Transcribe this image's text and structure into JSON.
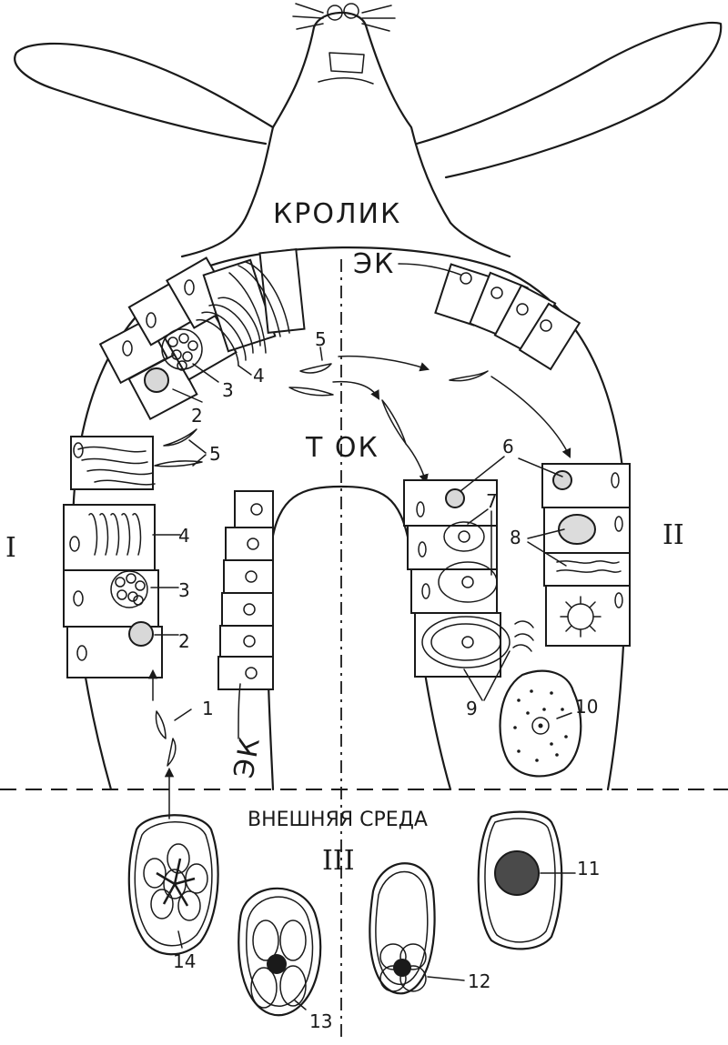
{
  "title": "КРОЛИК",
  "labels": {
    "ek_top": "ЭК",
    "ek_bottom": "ЭК",
    "tok": "Т ОК",
    "outer": "ВНЕШНЯЯ СРЕДА",
    "roman_1": "I",
    "roman_2": "II",
    "roman_3": "III"
  },
  "numbers": {
    "n1": "1",
    "n2a": "2",
    "n2b": "2",
    "n3a": "3",
    "n3b": "3",
    "n4a": "4",
    "n4b": "4",
    "n5a": "5",
    "n5b": "5",
    "n6": "6",
    "n7": "7",
    "n8": "8",
    "n9": "9",
    "n10": "10",
    "n11": "11",
    "n12": "12",
    "n13": "13",
    "n14": "14"
  }
}
